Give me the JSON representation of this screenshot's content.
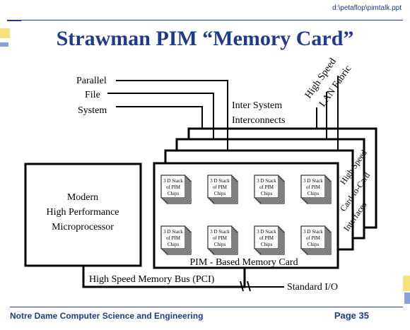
{
  "file_path": "d:\\petaflop\\pimtalk.ppt",
  "title": "Strawman PIM “Memory Card”",
  "labels": {
    "parallel": "Parallel",
    "file": "File",
    "system": "System",
    "inter_system": "Inter System",
    "interconnects": "Interconnects",
    "high_speed": "High Speed",
    "lan_fabric": "LAN Fabric",
    "modern": "Modern",
    "high_performance": "High Performance",
    "microprocessor": "Microprocessor",
    "card_label": "PIM - Based Memory Card",
    "memory_bus": "High Speed Memory Bus (PCI)",
    "standard_io": "Standard I/O",
    "side_high_speed": "High Speed",
    "side_card_to_card": "Card-to-Card",
    "side_interfaces": "Interfaces"
  },
  "chip_stack": {
    "line1": "3 D Stack",
    "line2": "of PIM",
    "line3": "Chips"
  },
  "footer": {
    "org": "Notre Dame Computer Science and Engineering",
    "page": "Page 35"
  },
  "colors": {
    "title": "#1f3a8a",
    "accent_yellow": "#f5e27a",
    "accent_blue": "#8aa3d6"
  }
}
